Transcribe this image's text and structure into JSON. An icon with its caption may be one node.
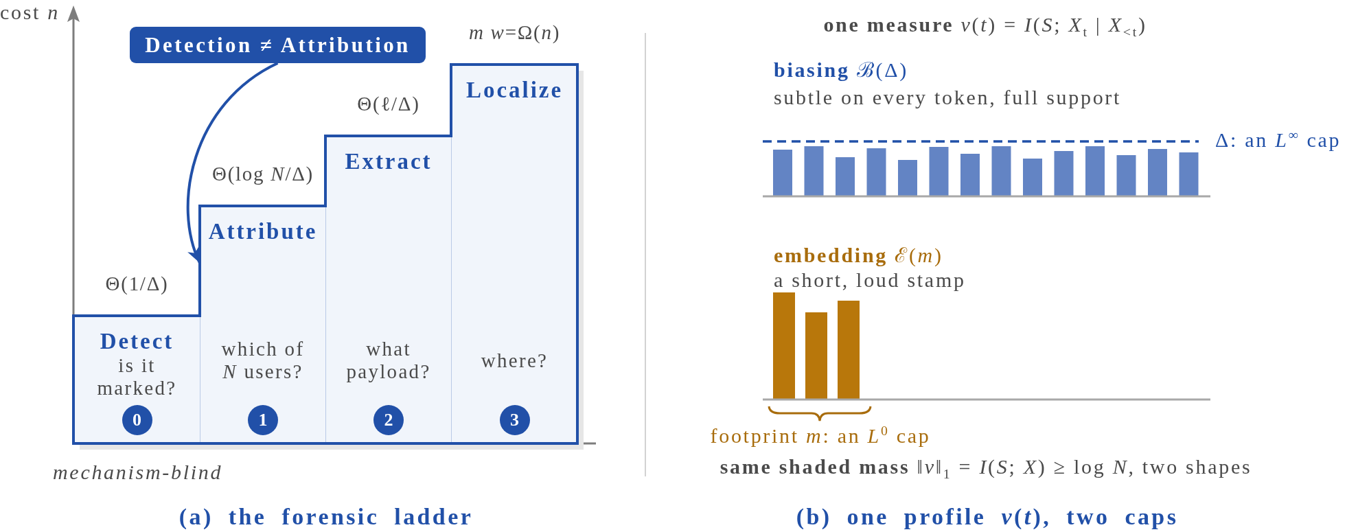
{
  "diagram": {
    "nodes": [
      {
        "text": [
          "Detection ≠ Attribution"
        ]
      },
      {
        "text": [
          "Detect",
          "is it marked?"
        ],
        "beside": [
          "Θ(1/Δ)"
        ]
      },
      {
        "text": [
          "0"
        ],
        "in": 1
      },
      {
        "text": [
          "Attribute",
          "which of *N* users?"
        ],
        "beside": [
          "Θ(log *N*/Δ)"
        ]
      },
      {
        "text": [
          "1"
        ],
        "in": 3
      },
      {
        "text": [
          "Extract",
          "what payload?"
        ],
        "beside": [
          "Θ(ℓ/Δ)"
        ]
      },
      {
        "text": [
          "2"
        ],
        "in": 5
      },
      {
        "text": [
          "Localize",
          "where?"
        ],
        "beside": [
          "*m* *w*=Ω(*n*)"
        ]
      },
      {
        "text": [
          "3"
        ],
        "in": 7
      }
    ],
    "edges": [
      {
        "from": 0,
        "to": 3,
        "arrow": "to"
      }
    ],
    "labels": [
      "cost *n*",
      "mechanism-blind",
      "(a) the forensic ladder",
      "**one measure** *ν*(*t*) = *I*(*S*; *X*$_{t}$ | *X*$_{<t}$)",
      "**biasing** ℬ(Δ)",
      "subtle on every token, full support",
      "Δ: an *L*$^{∞}$ cap",
      "**embedding** ℰ(*m*)",
      "a short, loud stamp",
      "footprint *m*: an *L*$^{0}$ cap",
      "**same shaded mass** ‖*ν*‖$_{1}$ = *I*(*S*; *X*) ≥ log *N*, two shapes",
      "(b) one profile *ν*(*t*), two caps"
    ]
  }
}
